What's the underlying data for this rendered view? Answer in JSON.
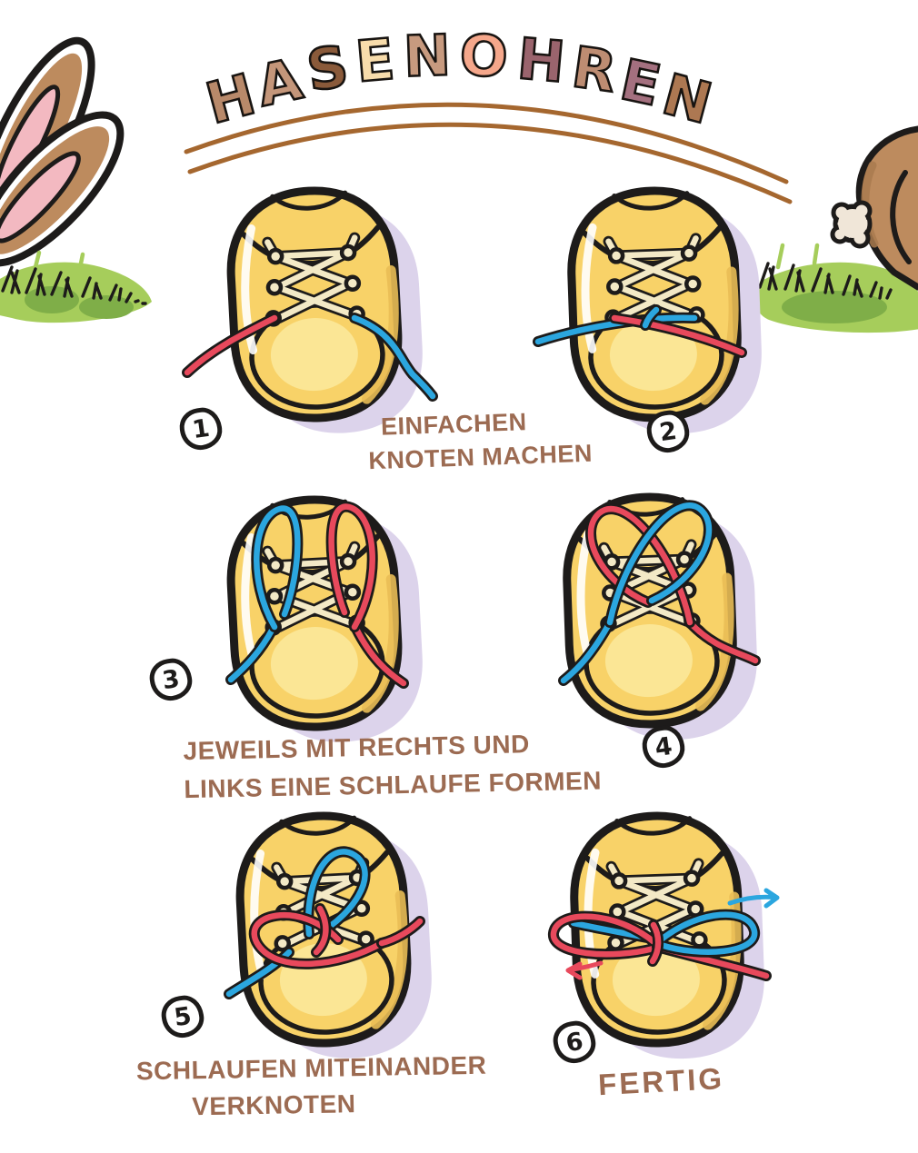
{
  "title": {
    "text": "HASENOHREN",
    "letters": [
      {
        "char": "H",
        "color": "#b8896a"
      },
      {
        "char": "A",
        "color": "#c4967a"
      },
      {
        "char": "S",
        "color": "#8a5a3a"
      },
      {
        "char": "E",
        "color": "#f8dcab"
      },
      {
        "char": "N",
        "color": "#c79a7f"
      },
      {
        "char": "O",
        "color": "#f5a78b"
      },
      {
        "char": "H",
        "color": "#9a646d"
      },
      {
        "char": "R",
        "color": "#bd8c72"
      },
      {
        "char": "E",
        "color": "#a4707f"
      },
      {
        "char": "N",
        "color": "#ad7852"
      }
    ]
  },
  "steps": [
    {
      "number": "1"
    },
    {
      "number": "2"
    },
    {
      "number": "3"
    },
    {
      "number": "4"
    },
    {
      "number": "5"
    },
    {
      "number": "6"
    }
  ],
  "captions": {
    "step_1_2": [
      "EINFACHEN",
      "KNOTEN MACHEN"
    ],
    "step_3_4": [
      "JEWEILS MIT RECHTS UND",
      "LINKS EINE SCHLAUFE FORMEN"
    ],
    "step_5": [
      "SCHLAUFEN MITEINANDER",
      "VERKNOTEN"
    ],
    "step_6": "FERTIG"
  },
  "colors": {
    "shoe_yellow": "#f8d268",
    "shoe_shade": "#e9bd55",
    "toe_highlight": "#fbe695",
    "lace_cream": "#f3e9c6",
    "lace_red": "#e8495c",
    "lace_blue": "#2ba6df",
    "shadow_lavender": "#dcd3eb",
    "caption_brown": "#9c6b52",
    "underline_brown": "#a5672f",
    "grass_light": "#a6cd5b",
    "grass_dark": "#7fae48",
    "bunny_brown": "#bd8b5e",
    "bunny_shade": "#a97a4f",
    "ear_pink": "#f3b9c1",
    "tail_cream": "#f0e6d8",
    "outline_black": "#1d1b1a"
  },
  "decorations": {
    "top_left": "bunny-ears-in-grass",
    "top_right": "bunny-hopping-away",
    "step_6_arrows": [
      "blue-arrow-right",
      "red-arrow-left"
    ]
  }
}
